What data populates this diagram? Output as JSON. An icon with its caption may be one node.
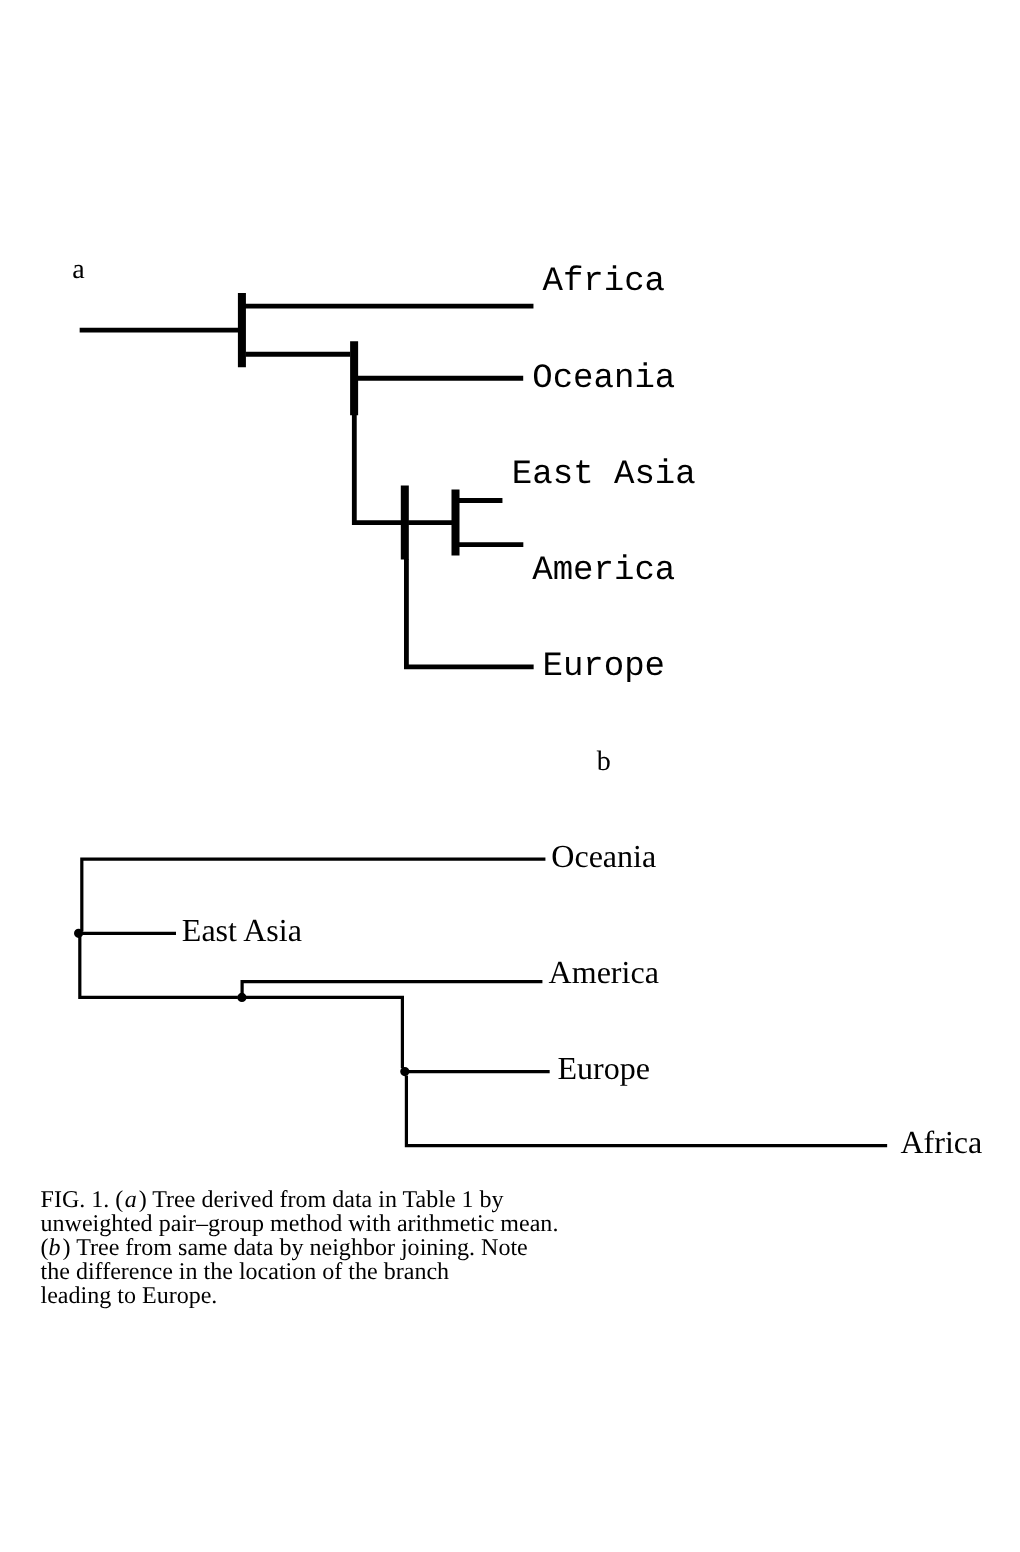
{
  "diagram": {
    "caption": "FIG. 1. (*a*) Tree derived from data in Table 1 by unweighted pair–group method with arithmetic mean. (*b*) Tree from same data by neighbor joining. Note the difference in the location of the branch leading to Europe.",
    "nodes": [
      {
        "text": [
          "Africa"
        ]
      },
      {
        "text": [
          "Oceania"
        ]
      },
      {
        "text": [
          "East Asia"
        ]
      },
      {
        "text": [
          "America"
        ]
      },
      {
        "text": [
          "Europe"
        ]
      },
      {
        "text": [],
        "shape": "bar"
      },
      {
        "text": [],
        "shape": "bar"
      },
      {
        "text": [],
        "shape": "bar"
      },
      {
        "text": [],
        "shape": "bar"
      },
      {
        "text": [
          "Oceania"
        ]
      },
      {
        "text": [
          "East Asia"
        ]
      },
      {
        "text": [
          "America"
        ]
      },
      {
        "text": [
          "Europe"
        ]
      },
      {
        "text": [
          "Africa"
        ]
      },
      {
        "text": [],
        "shape": "point"
      },
      {
        "text": [],
        "shape": "point"
      },
      {
        "text": [],
        "shape": "point"
      }
    ],
    "edges": [
      {
        "from": null,
        "to": 5,
        "arrow": "none"
      },
      {
        "from": 5,
        "to": 0,
        "arrow": "none"
      },
      {
        "from": 5,
        "to": 6,
        "arrow": "none"
      },
      {
        "from": 6,
        "to": 1,
        "arrow": "none"
      },
      {
        "from": 6,
        "to": 7,
        "arrow": "none"
      },
      {
        "from": 7,
        "to": 8,
        "arrow": "none"
      },
      {
        "from": 8,
        "to": 2,
        "arrow": "none"
      },
      {
        "from": 8,
        "to": 3,
        "arrow": "none"
      },
      {
        "from": 7,
        "to": 4,
        "arrow": "none"
      },
      {
        "from": 14,
        "to": 9,
        "arrow": "none"
      },
      {
        "from": 14,
        "to": 10,
        "arrow": "none"
      },
      {
        "from": 14,
        "to": 15,
        "arrow": "none"
      },
      {
        "from": 15,
        "to": 11,
        "arrow": "none"
      },
      {
        "from": 15,
        "to": 16,
        "arrow": "none"
      },
      {
        "from": 16,
        "to": 12,
        "arrow": "none"
      },
      {
        "from": 16,
        "to": 13,
        "arrow": "none"
      }
    ],
    "labels": [
      "a",
      "b"
    ]
  }
}
